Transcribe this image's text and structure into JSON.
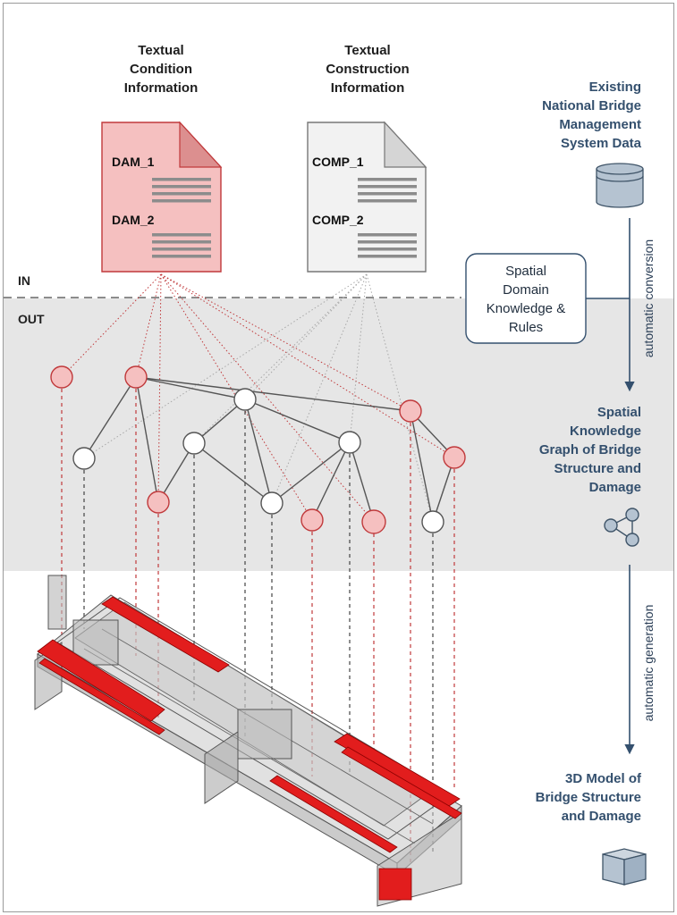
{
  "documents": {
    "condition": {
      "header": [
        "Textual",
        "Condition",
        "Information"
      ],
      "entries": [
        "DAM_1",
        "DAM_2"
      ]
    },
    "construction": {
      "header": [
        "Textual",
        "Construction",
        "Information"
      ],
      "entries": [
        "COMP_1",
        "COMP_2"
      ]
    }
  },
  "zones": {
    "in": "IN",
    "out": "OUT"
  },
  "right_panel": {
    "existing": [
      "Existing",
      "National Bridge",
      "Management",
      "System Data"
    ],
    "domain_box": [
      "Spatial",
      "Domain",
      "Knowledge  &",
      "Rules"
    ],
    "arrow1": "automatic conversion",
    "kg": [
      "Spatial",
      "Knowledge",
      "Graph of Bridge",
      "Structure and",
      "Damage"
    ],
    "arrow2": "automatic generation",
    "model": [
      "3D Model of",
      "Bridge Structure",
      "and Damage"
    ]
  },
  "icons": [
    "database-icon",
    "graph-icon",
    "cube-icon"
  ],
  "colors": {
    "damage_fill": "#f5c0c0",
    "damage_stroke": "#c0393b",
    "model_red": "#e21d1d",
    "node_white": "#ffffff",
    "blue_text": "#34506e",
    "band_gray": "#e6e6e6"
  }
}
